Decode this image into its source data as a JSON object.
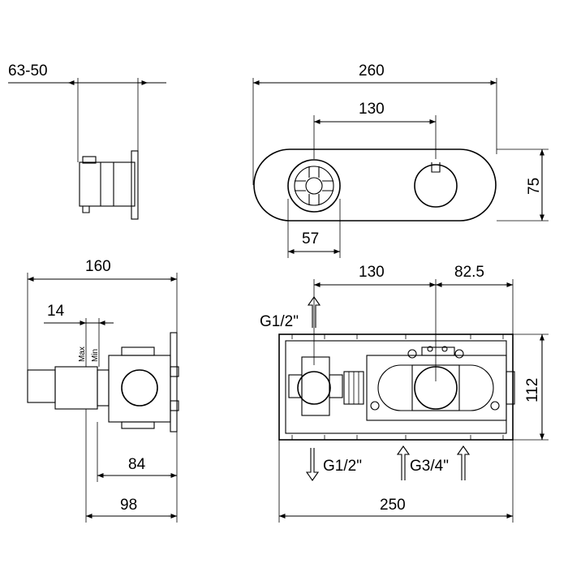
{
  "dimensions": {
    "side_depth": "63-50",
    "front_width": "260",
    "lever_spacing_top": "130",
    "plate_height": "75",
    "handle_diameter": "57",
    "body_width": "160",
    "min_depth": "14",
    "body_depth": "84",
    "body_total_depth": "98",
    "valve_spacing": "130",
    "outlet_offset": "82.5",
    "box_height": "112",
    "box_width": "250"
  },
  "connections": {
    "top_outlet": "G1/2\"",
    "bottom_outlet": "G1/2\"",
    "inlet": "G3/4\""
  },
  "labels": {
    "max": "Max",
    "min": "Min"
  }
}
